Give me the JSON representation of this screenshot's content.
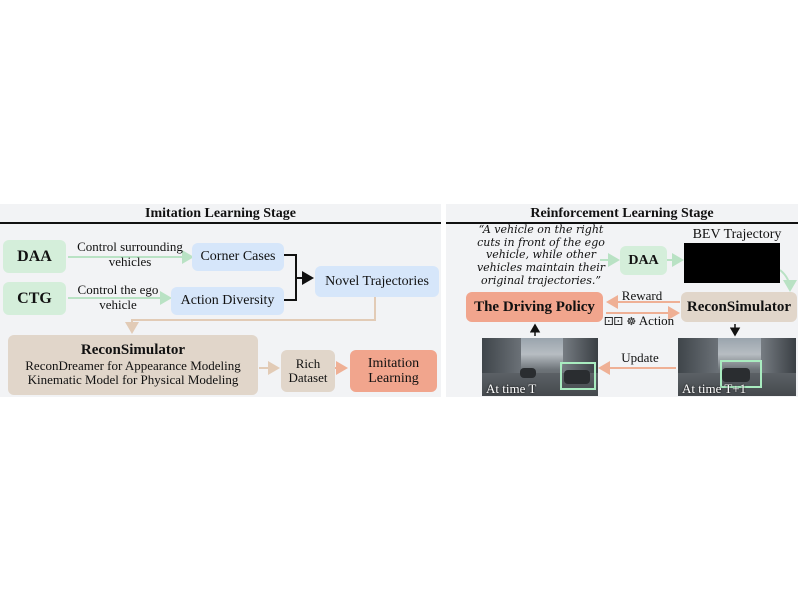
{
  "imitation": {
    "title": "Imitation Learning Stage",
    "daa": "DAA",
    "ctg": "CTG",
    "daa_edge": "Control surrounding vehicles",
    "ctg_edge": "Control the ego vehicle",
    "corner_cases": "Corner Cases",
    "action_diversity": "Action Diversity",
    "novel_trajectories": "Novel Trajectories",
    "recon": {
      "title": "ReconSimulator",
      "line1": "ReconDreamer for Appearance Modeling",
      "line2": "Kinematic Model for Physical Modeling"
    },
    "rich_dataset": "Rich Dataset",
    "imitation_learning": "Imitation Learning"
  },
  "reinforcement": {
    "title": "Reinforcement Learning Stage",
    "quote": "“A vehicle on the right cuts in front of the ego vehicle, while other vehicles maintain their original trajectories.”",
    "daa": "DAA",
    "bev_label": "BEV Trajectory",
    "policy": "The Driving Policy",
    "simulator": "ReconSimulator",
    "reward": "Reward",
    "action": "Action",
    "update": "Update",
    "photo_left_caption": "At time T",
    "photo_right_caption": "At time T+1"
  },
  "colors": {
    "green": "#d4eeda",
    "blue": "#d6e6fa",
    "tan": "#e1d6ca",
    "orange": "#f1a58d"
  },
  "icons": [
    "pedestrian-icon",
    "steering-wheel-icon"
  ]
}
